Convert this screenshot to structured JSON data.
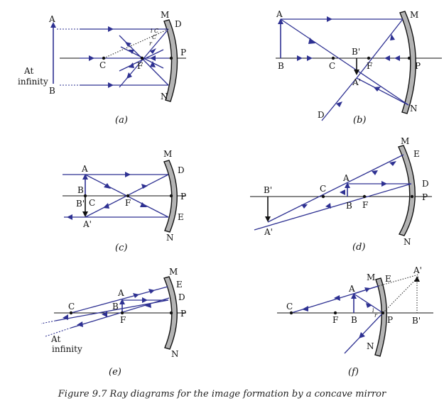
{
  "caption": "Figure 9.7 Ray diagrams for the image formation by a concave mirror",
  "panels": {
    "a": {
      "sublabel": "(a)",
      "labels": {
        "A": "A",
        "B": "B",
        "C": "C",
        "F": "F",
        "P": "P",
        "M": "M",
        "N": "N",
        "D": "D",
        "at": "At",
        "infinity": "infinity",
        "i": "i",
        "r": "r",
        "c1": "C",
        "c2": "C"
      }
    },
    "b": {
      "sublabel": "(b)",
      "labels": {
        "A": "A",
        "B": "B",
        "C": "C",
        "F": "F",
        "P": "P",
        "M": "M",
        "N": "N",
        "D": "D",
        "Bp": "B'",
        "Ap": "A'"
      }
    },
    "c": {
      "sublabel": "(c)",
      "labels": {
        "A": "A",
        "B": "B",
        "Bp": "B'",
        "C": "C",
        "F": "F",
        "P": "P",
        "M": "M",
        "N": "N",
        "D": "D",
        "E": "E",
        "Ap": "A'"
      }
    },
    "d": {
      "sublabel": "(d)",
      "labels": {
        "Bp": "B'",
        "C": "C",
        "A": "A",
        "B": "B",
        "F": "F",
        "D": "D",
        "P": "P",
        "M": "M",
        "E": "E",
        "N": "N",
        "Ap": "A'"
      }
    },
    "e": {
      "sublabel": "(e)",
      "labels": {
        "C": "C",
        "A": "A",
        "B": "B",
        "F": "F",
        "M": "M",
        "E": "E",
        "D": "D",
        "P": "P",
        "N": "N",
        "at": "At",
        "infinity": "infinity"
      }
    },
    "f": {
      "sublabel": "(f)",
      "labels": {
        "C": "C",
        "F": "F",
        "B": "B",
        "A": "A",
        "M": "M",
        "E": "E",
        "P": "P",
        "N": "N",
        "Ap": "A'",
        "Bp": "B'",
        "i": "i",
        "r": "r"
      }
    }
  }
}
